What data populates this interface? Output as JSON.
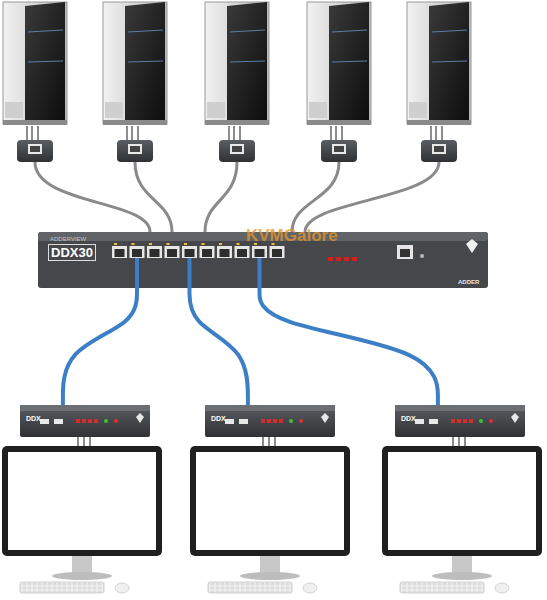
{
  "diagram": {
    "nodes": [
      {
        "text": [
          "ADDERVIEW",
          "DDX30"
        ]
      },
      {
        "text": [
          "DDX"
        ]
      },
      {
        "text": [
          "DDX"
        ]
      },
      {
        "text": [
          "DDX"
        ]
      }
    ],
    "edges": [
      {
        "from": 0,
        "to": 1,
        "arrow": "none"
      },
      {
        "from": 0,
        "to": 2,
        "arrow": "none"
      },
      {
        "from": 0,
        "to": 3,
        "arrow": "none"
      }
    ],
    "labels": [
      "KVMGalore",
      "ADDER"
    ]
  }
}
